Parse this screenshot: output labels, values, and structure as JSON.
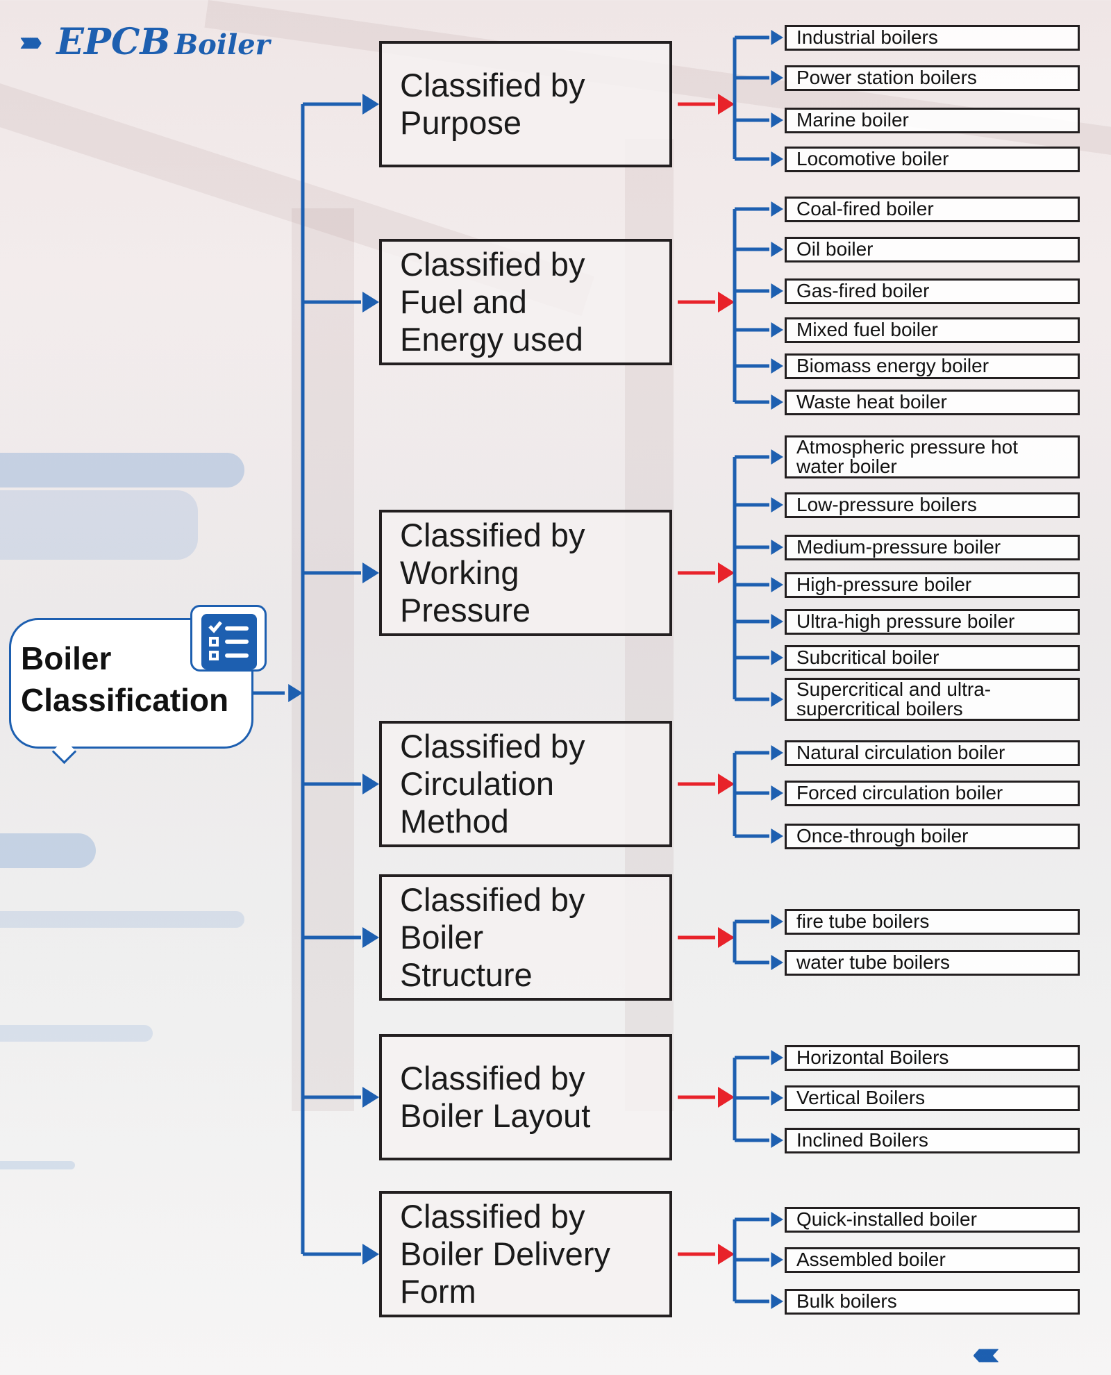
{
  "logo": {
    "chevrons": "›››››››",
    "brand": "EPCB",
    "brand_suffix": "Boiler"
  },
  "root": {
    "title": "Boiler\nClassification",
    "icon": "checklist-icon"
  },
  "categories": [
    {
      "label": "Classified by\nPurpose",
      "items": [
        "Industrial boilers",
        "Power station boilers",
        "Marine boiler",
        "Locomotive boiler"
      ]
    },
    {
      "label": "Classified by\nFuel and\nEnergy used",
      "items": [
        "Coal-fired boiler",
        "Oil boiler",
        "Gas-fired boiler",
        "Mixed fuel boiler",
        "Biomass energy boiler",
        "Waste heat boiler"
      ]
    },
    {
      "label": "Classified by\nWorking\nPressure",
      "items": [
        "Atmospheric pressure hot water boiler",
        " Low-pressure boilers",
        "Medium-pressure boiler",
        "High-pressure boiler",
        "Ultra-high pressure boiler",
        "Subcritical boiler",
        "Supercritical and ultra-supercritical boilers"
      ]
    },
    {
      "label": "Classified by\nCirculation\nMethod",
      "items": [
        "Natural circulation boiler",
        "Forced circulation boiler",
        "Once-through boiler"
      ]
    },
    {
      "label": "Classified by\nBoiler\nStructure",
      "items": [
        "fire tube boilers",
        "water tube boilers"
      ]
    },
    {
      "label": "Classified by\nBoiler Layout",
      "items": [
        "Horizontal Boilers",
        "Vertical Boilers",
        "Inclined Boilers"
      ]
    },
    {
      "label": "Classified by\nBoiler Delivery\nForm",
      "items": [
        "Quick-installed boiler",
        "Assembled boiler",
        "Bulk boilers"
      ]
    }
  ],
  "footer": {
    "chevrons": "‹‹‹‹‹‹‹"
  },
  "colors": {
    "blue": "#1d5fb0",
    "red": "#e8222a",
    "border": "#231f20"
  }
}
